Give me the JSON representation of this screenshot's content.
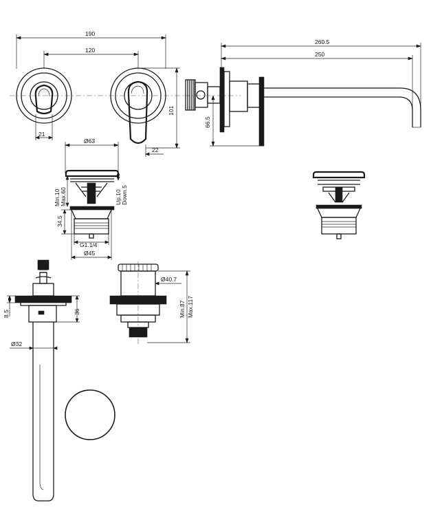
{
  "dimensions": {
    "front_total_width": "190",
    "front_center_distance": "120",
    "handle_height": "101",
    "spout_offset_front": "22",
    "left_handle_width": "21",
    "spout_total_length": "260.5",
    "spout_length": "250",
    "spout_height": "66.5",
    "waste_cap_diameter": "Ø63",
    "waste_range_height": "Min.10",
    "waste_range_height_max": "Max.60",
    "waste_travel_up": "Up.10",
    "waste_travel_down": "Down.5",
    "waste_body_height": "34.5",
    "waste_thread": "G1.1/4",
    "waste_body_diameter": "Ø45",
    "valve_body_diameter": "Ø40.7",
    "valve_depth_min": "Min.87",
    "valve_depth_max": "Max.117",
    "valve_flange_thickness": "8.5",
    "valve_pipe_height": "36",
    "valve_pipe_diameter": "Ø32"
  }
}
